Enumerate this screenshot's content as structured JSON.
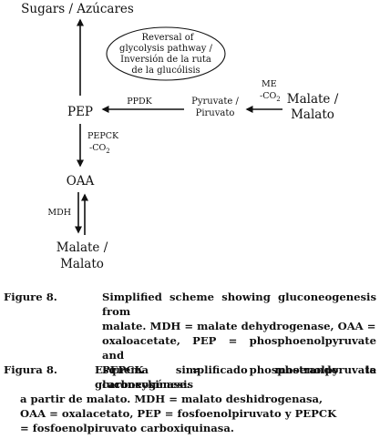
{
  "diagram": {
    "sugars_label": "Sugars / Azúcares",
    "ellipse_lines": [
      "Reversal of",
      "glycolysis pathway /",
      "Inversión de la ruta",
      "de la glucólisis"
    ],
    "pep_label": "PEP",
    "oaa_label": "OAA",
    "pyruvate_lines": [
      "Pyruvate /",
      "Piruvato"
    ],
    "malate_right_lines": [
      "Malate /",
      "Malato"
    ],
    "malate_bottom_lines": [
      "Malate /",
      "Malato"
    ],
    "ppdk_label": "PPDK",
    "me_label": "ME",
    "me_co2_label": "-CO",
    "pepck_label": "PEPCK",
    "pepck_co2_label": "-CO",
    "co2_subscript": "2",
    "mdh_label": "MDH"
  },
  "caption_en": {
    "label": "Figure 8.",
    "line1": "Simplified scheme showing gluconeogenesis from",
    "line2": "malate. MDH = malate dehydrogenase, OAA =",
    "line3": "oxaloacetate, PEP = phosphoenolpyruvate and",
    "line4": "PEPCK = phosphoenolpyruvate carboxykinase."
  },
  "caption_es": {
    "label": "Figura 8.",
    "line1": "Esquema simplificado mostrando la gluconeogénesis",
    "line2": "a partir de malato. MDH = malato deshidrogenasa,",
    "line3": "OAA = oxalacetato, PEP = fosfoenolpiruvato y PEPCK",
    "line4": "= fosfoenolpiruvato carboxiquinasa."
  }
}
